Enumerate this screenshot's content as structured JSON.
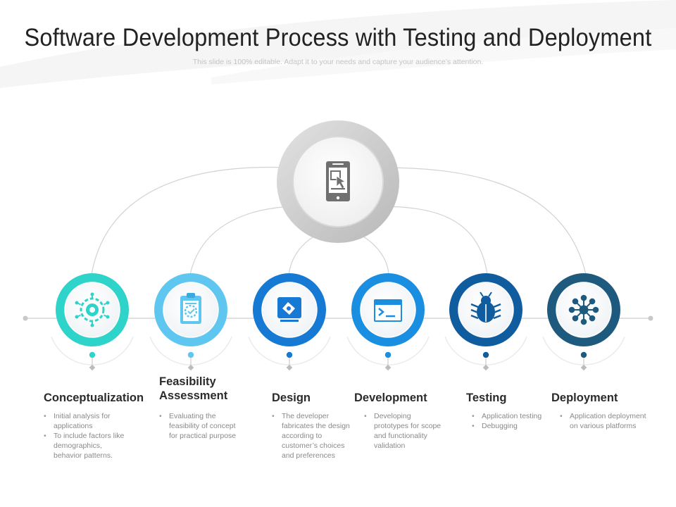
{
  "slide": {
    "title": "Software Development Process with Testing and Deployment",
    "subtitle": "This slide is 100% editable. Adapt it to your needs and capture your audience’s attention."
  },
  "center": {
    "icon": "mobile-cursor-icon"
  },
  "steps": [
    {
      "title": "Conceptualization",
      "icon": "brain-gear-icon",
      "color": "#2ed3c9",
      "bullets": [
        "Initial analysis for applications",
        "To include factors like demographics, behavior patterns."
      ]
    },
    {
      "title": "Feasibility Assessment",
      "icon": "clipboard-check-icon",
      "color": "#5fc7ef",
      "bullets": [
        "Evaluating the feasibility of concept for practical purpose"
      ]
    },
    {
      "title": "Design",
      "icon": "design-tools-icon",
      "color": "#1679d3",
      "bullets": [
        "The developer fabricates the design according to customer’s choices and preferences"
      ]
    },
    {
      "title": "Development",
      "icon": "terminal-window-icon",
      "color": "#1a8ee0",
      "bullets": [
        "Developing prototypes for scope and functionality validation"
      ]
    },
    {
      "title": "Testing",
      "icon": "bug-icon",
      "color": "#0f5c9e",
      "bullets": [
        "Application testing",
        "Debugging"
      ]
    },
    {
      "title": "Deployment",
      "icon": "network-nodes-icon",
      "color": "#1d5a7d",
      "bullets": [
        "Application deployment on various platforms"
      ]
    }
  ]
}
